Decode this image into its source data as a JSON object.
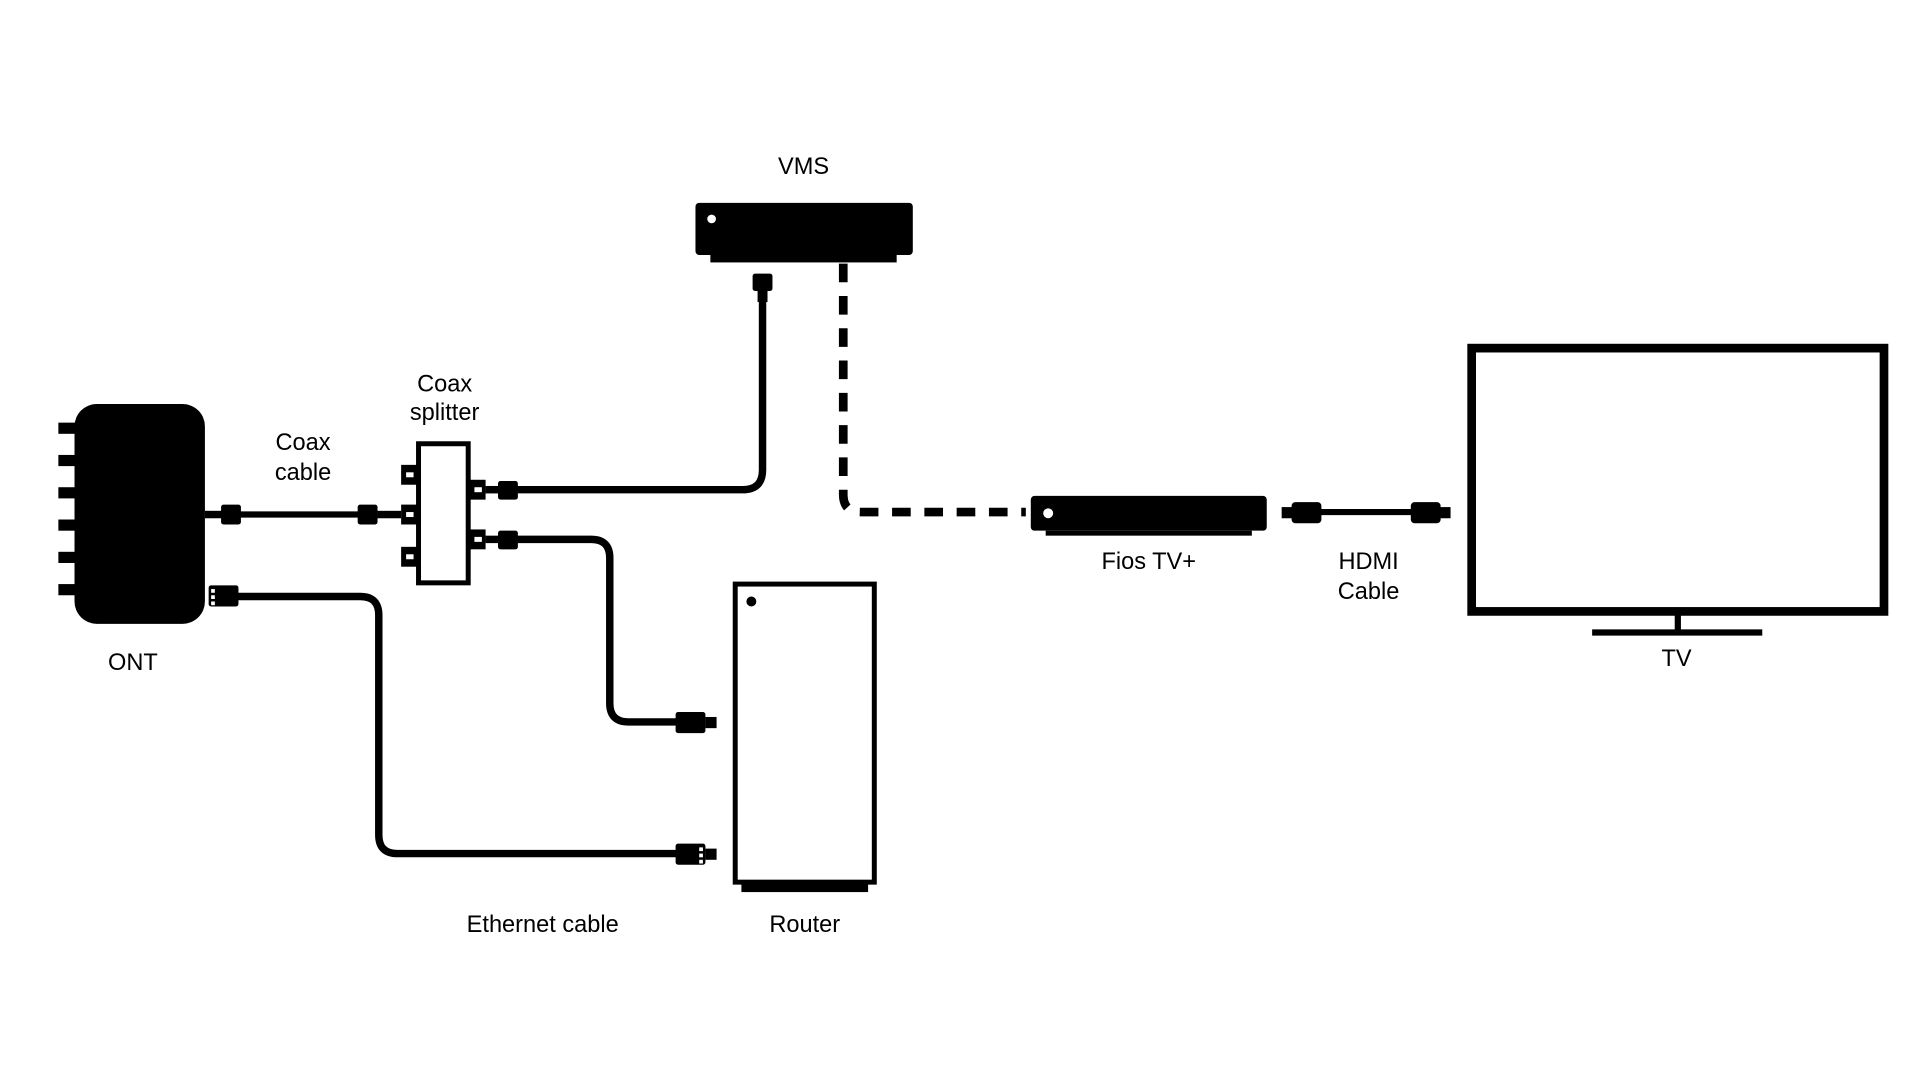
{
  "labels": {
    "vms": "VMS",
    "coax_splitter_line1": "Coax",
    "coax_splitter_line2": "splitter",
    "coax_cable_line1": "Coax",
    "coax_cable_line2": "cable",
    "ont": "ONT",
    "fios_tv": "Fios TV+",
    "hdmi_line1": "HDMI",
    "hdmi_line2": "Cable",
    "tv": "TV",
    "router": "Router",
    "ethernet_cable": "Ethernet cable"
  },
  "colors": {
    "line": "#000000",
    "background": "#ffffff"
  }
}
